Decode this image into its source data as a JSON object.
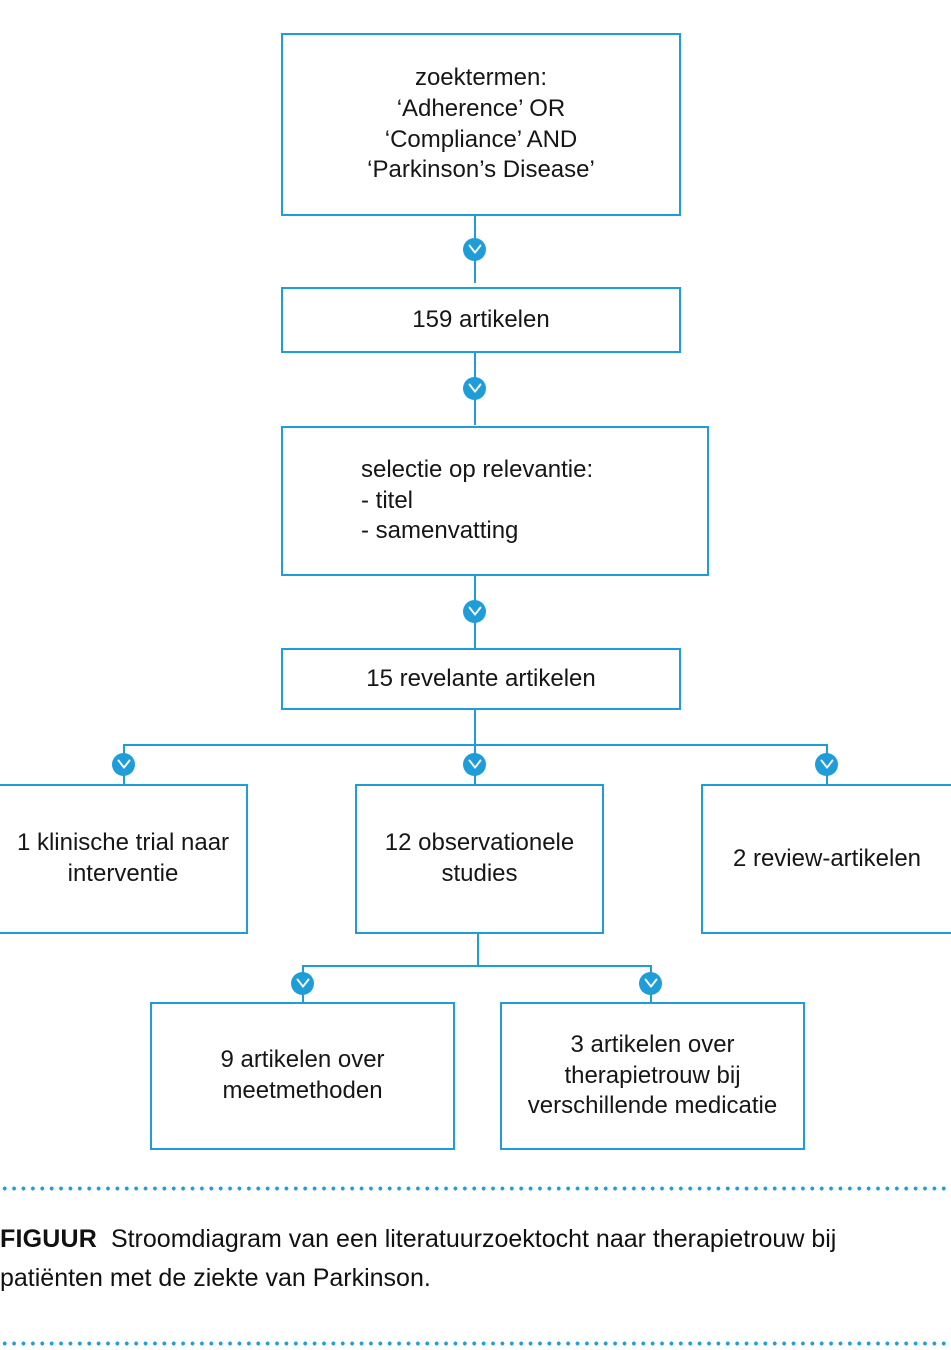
{
  "figure": {
    "type": "flowchart",
    "accent_color": "#1f9dd8",
    "text_color": "#161616",
    "background": "#ffffff",
    "marker_icon": "chevron-down-icon",
    "nodes": [
      {
        "id": "search-terms",
        "label": "zoektermen:\n‘Adherence’ OR\n‘Compliance’ AND\n‘Parkinson’s Disease’",
        "align": "center"
      },
      {
        "id": "articles-found",
        "label": "159 artikelen",
        "align": "center"
      },
      {
        "id": "relevance-selection",
        "label": "selectie op relevantie:\n- titel\n- samenvatting",
        "align": "left"
      },
      {
        "id": "relevant-articles",
        "label": "15 revelante artikelen",
        "align": "center"
      },
      {
        "id": "clinical-trial",
        "label": "1 klinische trial naar\ninterventie",
        "align": "center"
      },
      {
        "id": "observational-studies",
        "label": "12 observationele\nstudies",
        "align": "center"
      },
      {
        "id": "review-articles",
        "label": "2 review-artikelen",
        "align": "center"
      },
      {
        "id": "measurement-methods",
        "label": "9 artikelen over\nmeetmethoden",
        "align": "center"
      },
      {
        "id": "adherence-medication",
        "label": "3 artikelen over\ntherapietrouw bij\nverschillende medicatie",
        "align": "center"
      }
    ]
  },
  "caption": {
    "prefix": "FIGUUR",
    "text": "Stroomdiagram van een literatuurzoektocht naar therapietrouw bij patiënten met de ziekte van Parkinson."
  }
}
